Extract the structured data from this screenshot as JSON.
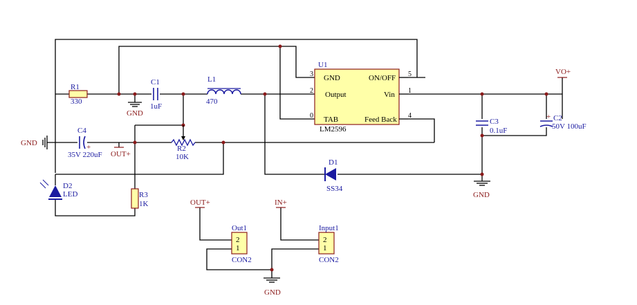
{
  "u1": {
    "ref": "U1",
    "part": "LM2596",
    "pins": {
      "gnd": "GND",
      "output": "Output",
      "tab": "TAB",
      "onoff": "ON/OFF",
      "vin": "Vin",
      "fb": "Feed Back"
    },
    "pin_numbers": {
      "p3": "3",
      "p2": "2",
      "p0": "0",
      "p5": "5",
      "p1": "1",
      "p4": "4"
    }
  },
  "r1": {
    "ref": "R1",
    "value": "330"
  },
  "c1": {
    "ref": "C1",
    "value": "1uF"
  },
  "l1": {
    "ref": "L1",
    "value": "470"
  },
  "c4": {
    "ref": "C4",
    "value": "35V 220uF"
  },
  "r2": {
    "ref": "R2",
    "value": "10K"
  },
  "r3": {
    "ref": "R3",
    "value": "1K"
  },
  "d2": {
    "ref": "D2",
    "value": "LED"
  },
  "d1": {
    "ref": "D1",
    "value": "SS34"
  },
  "c3": {
    "ref": "C3",
    "value": "0.1uF"
  },
  "c2": {
    "ref": "C2",
    "value": "50V 100uF"
  },
  "nets": {
    "gnd": "GND",
    "vo_plus": "VO+",
    "out_plus": "OUT+",
    "in_plus": "IN+"
  },
  "out1": {
    "ref": "Out1",
    "part": "CON2",
    "pin2": "2",
    "pin1": "1"
  },
  "input1": {
    "ref": "Input1",
    "part": "CON2",
    "pin2": "2",
    "pin1": "1"
  },
  "colors": {
    "wire": "#000000",
    "label": "#1a1aa0",
    "net": "#8b1a1a",
    "body": "#ffffa8",
    "body_outline": "#8b1a1a",
    "part_blue": "#1a1aa0"
  }
}
